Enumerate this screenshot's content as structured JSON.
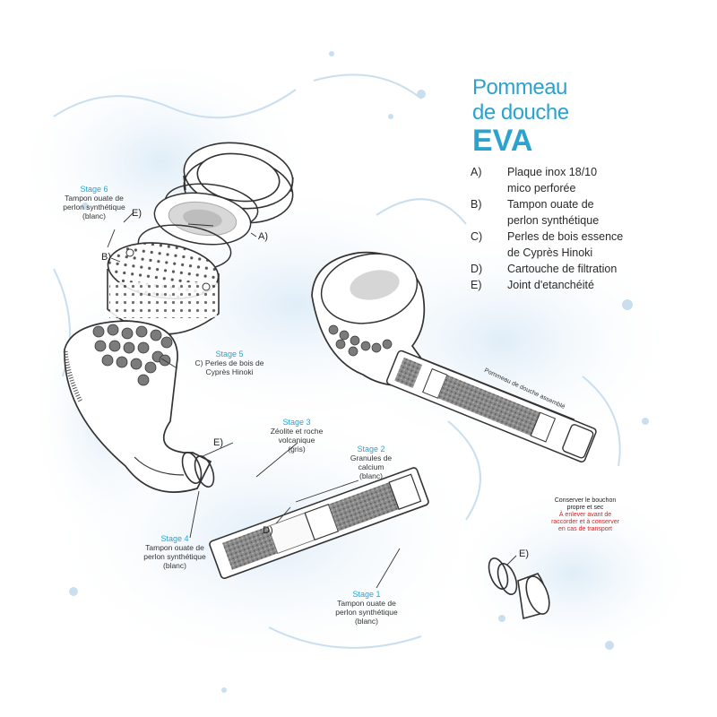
{
  "title": {
    "line1": "Pommeau",
    "line2": "de douche",
    "line3": "EVA"
  },
  "legend": [
    {
      "key": "A)",
      "text_line1": "Plaque inox 18/10",
      "text_line2": "mico perforée"
    },
    {
      "key": "B)",
      "text_line1": "Tampon ouate de",
      "text_line2": "perlon synthétique"
    },
    {
      "key": "C)",
      "text_line1": "Perles de bois essence",
      "text_line2": "de Cyprès Hinoki"
    },
    {
      "key": "D)",
      "text_line1": "Cartouche de filtration",
      "text_line2": ""
    },
    {
      "key": "E)",
      "text_line1": "Joint d'etanchéité",
      "text_line2": ""
    }
  ],
  "stages": {
    "stage6": {
      "label": "Stage 6",
      "line1": "Tampon ouate de",
      "line2": "perlon synthétique",
      "line3": "(blanc)"
    },
    "stage5": {
      "label": "Stage 5",
      "line1": "C) Perles de bois de",
      "line2": "Cyprès Hinoki"
    },
    "stage3": {
      "label": "Stage 3",
      "line1": "Zéolite et roche",
      "line2": "volcanique",
      "line3": "(gris)"
    },
    "stage2": {
      "label": "Stage 2",
      "line1": "Granules de",
      "line2": "calcium",
      "line3": "(blanc)"
    },
    "stage4": {
      "label": "Stage 4",
      "line1": "Tampon ouate de",
      "line2": "perlon synthétique",
      "line3": "(blanc)"
    },
    "stage1": {
      "label": "Stage 1",
      "line1": "Tampon ouate de",
      "line2": "perlon synthétique",
      "line3": "(blanc)"
    }
  },
  "letters": {
    "a": "A)",
    "b": "B)",
    "e_top": "E)",
    "e_mid": "E)",
    "d": "D)",
    "e_right": "E)"
  },
  "assembled_label": "Pommeau de douche assemblé",
  "cap_note": {
    "black1": "Conserver le bouchon",
    "black2": "propre et sec",
    "red1": "À enlever avant de",
    "red2": "raccorder et à conserver",
    "red3": "en cas de transport"
  },
  "colors": {
    "accent": "#2aa3cf",
    "warning": "#d22525",
    "water": "#c9dff0"
  }
}
